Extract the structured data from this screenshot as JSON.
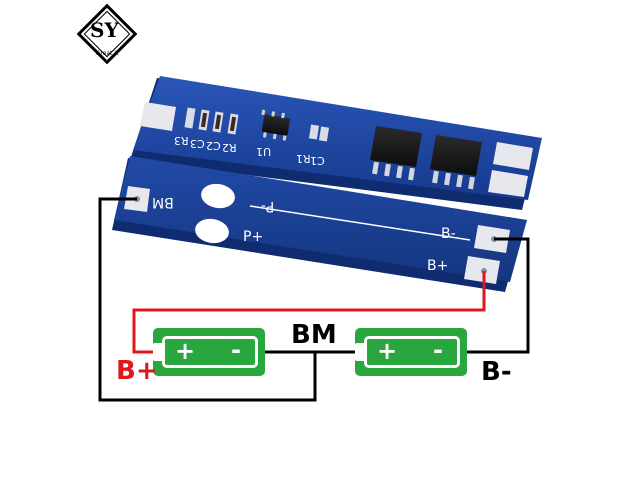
{
  "logo": {
    "monogram": "SY",
    "tagline": "Great it"
  },
  "boards": {
    "top_components": [
      "R3",
      "C3",
      "C2",
      "R2",
      "U1",
      "R1",
      "C1"
    ],
    "bottom_pads": {
      "bm": "BM",
      "p_minus": "P-",
      "p_plus": "P+",
      "b_minus": "B-",
      "b_plus": "B+"
    }
  },
  "diagram": {
    "label_b_plus": "B+",
    "label_bm": "BM",
    "label_b_minus": "B-",
    "battery_plus": "+",
    "battery_minus": "-"
  },
  "colors": {
    "pcb_blue": "#1a3f96",
    "pad_silver": "#e6e8ee",
    "battery_green": "#29a63e",
    "wire_red": "#e0161d",
    "wire_black": "#000000"
  }
}
